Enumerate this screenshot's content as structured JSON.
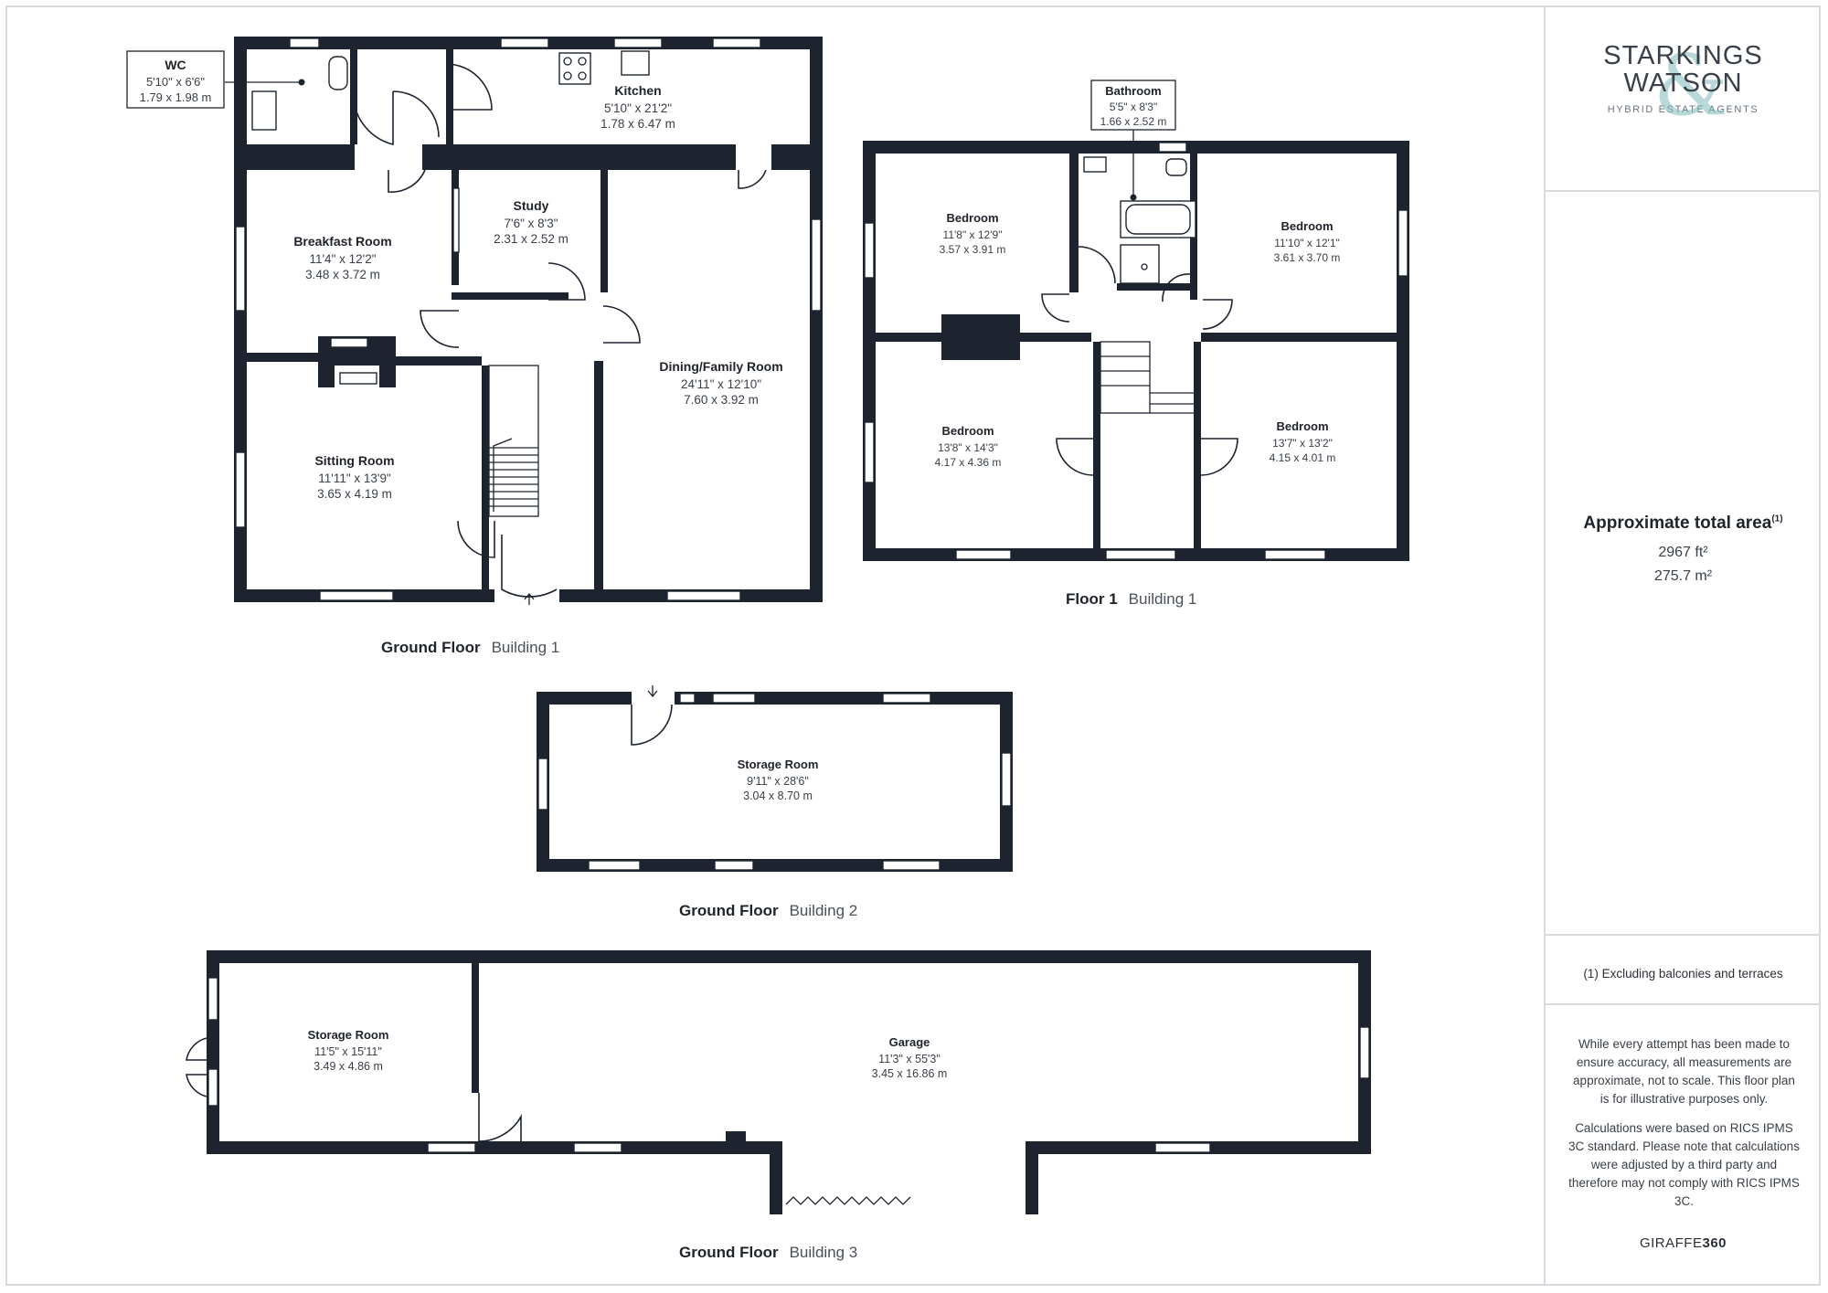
{
  "ground_building1": {
    "floor": "Ground Floor",
    "building": "Building 1",
    "rooms": [
      {
        "name": "WC",
        "imperial": "5'10\" x 6'6\"",
        "metric": "1.79 x 1.98 m"
      },
      {
        "name": "Kitchen",
        "imperial": "5'10\" x 21'2\"",
        "metric": "1.78 x 6.47 m"
      },
      {
        "name": "Breakfast Room",
        "imperial": "11'4\" x 12'2\"",
        "metric": "3.48 x 3.72 m"
      },
      {
        "name": "Study",
        "imperial": "7'6\" x 8'3\"",
        "metric": "2.31 x 2.52 m"
      },
      {
        "name": "Dining/Family Room",
        "imperial": "24'11\" x 12'10\"",
        "metric": "7.60 x 3.92 m"
      },
      {
        "name": "Sitting Room",
        "imperial": "11'11\" x 13'9\"",
        "metric": "3.65 x 4.19 m"
      }
    ]
  },
  "floor1_building1": {
    "floor": "Floor 1",
    "building": "Building 1",
    "rooms": [
      {
        "name": "Bathroom",
        "imperial": "5'5\" x 8'3\"",
        "metric": "1.66 x 2.52 m"
      },
      {
        "name": "Bedroom",
        "imperial": "11'8\" x 12'9\"",
        "metric": "3.57 x 3.91 m"
      },
      {
        "name": "Bedroom",
        "imperial": "11'10\" x 12'1\"",
        "metric": "3.61 x 3.70 m"
      },
      {
        "name": "Bedroom",
        "imperial": "13'8\" x 14'3\"",
        "metric": "4.17 x 4.36 m"
      },
      {
        "name": "Bedroom",
        "imperial": "13'7\" x 13'2\"",
        "metric": "4.15 x 4.01 m"
      }
    ]
  },
  "ground_building2": {
    "floor": "Ground Floor",
    "building": "Building 2",
    "rooms": [
      {
        "name": "Storage Room",
        "imperial": "9'11\" x 28'6\"",
        "metric": "3.04 x 8.70 m"
      }
    ]
  },
  "ground_building3": {
    "floor": "Ground Floor",
    "building": "Building 3",
    "rooms": [
      {
        "name": "Storage Room",
        "imperial": "11'5\" x 15'11\"",
        "metric": "3.49 x 4.86 m"
      },
      {
        "name": "Garage",
        "imperial": "11'3\" x 55'3\"",
        "metric": "3.45 x 16.86 m"
      }
    ]
  },
  "sidebar": {
    "logo_line1": "STARKINGS",
    "logo_amp": "&",
    "logo_line2": "WATSON",
    "logo_tagline": "HYBRID ESTATE AGENTS",
    "area_title": "Approximate total area",
    "area_footnote_mark": "(1)",
    "area_sqft": "2967 ft²",
    "area_sqm": "275.7 m²",
    "footnote": "(1) Excluding balconies and terraces",
    "disclaimer_1": "While every attempt has been made to ensure accuracy, all measurements are approximate, not to scale. This floor plan is for illustrative purposes only.",
    "disclaimer_2": "Calculations were based on RICS IPMS 3C standard. Please note that calculations were adjusted by a third party and therefore may not comply with RICS IPMS 3C.",
    "brand_part1": "GIRAFFE",
    "brand_part2": "360"
  },
  "colors": {
    "wall": "#1d2430",
    "frame": "#d7dadf",
    "logo_accent": "#7fb9bd"
  }
}
